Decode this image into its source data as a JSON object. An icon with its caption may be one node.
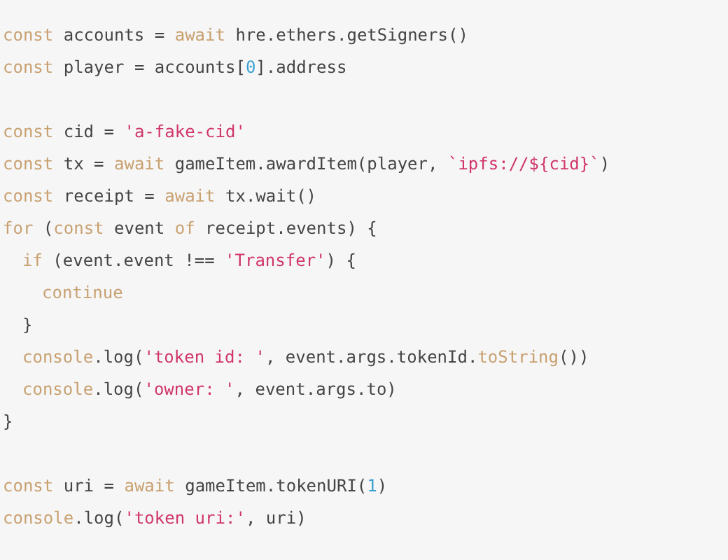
{
  "diagram": {
    "labels": [
      "const accounts = await hre.ethers.getSigners()",
      "const player = accounts[0].address",
      "const cid = 'a-fake-cid'",
      "const tx = await gameItem.awardItem(player, `ipfs://${cid}`)",
      "const receipt = await tx.wait()",
      "for (const event of receipt.events) {",
      "if (event.event !== 'Transfer') {",
      "continue",
      "}",
      "console.log('token id: ', event.args.tokenId.toString())",
      "console.log('owner: ', event.args.to)",
      "}",
      "const uri = await gameItem.tokenURI(1)",
      "console.log('token uri:', uri)"
    ]
  }
}
